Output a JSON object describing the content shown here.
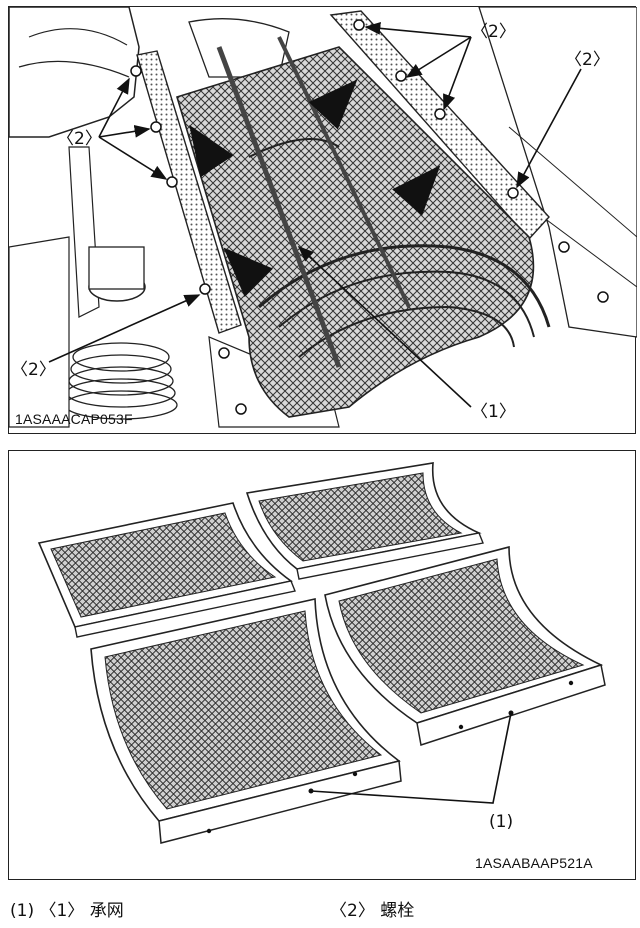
{
  "figure_top": {
    "code": "1ASAAACAP053F",
    "callouts": {
      "screen": "〈1〉",
      "bolt": "〈2〉"
    }
  },
  "figure_bottom": {
    "code": "1ASAABAAP521A",
    "callouts": {
      "screen": "(1)"
    }
  },
  "legend": {
    "item1": "(1) 〈1〉 承网",
    "item2": "〈2〉 螺栓"
  }
}
